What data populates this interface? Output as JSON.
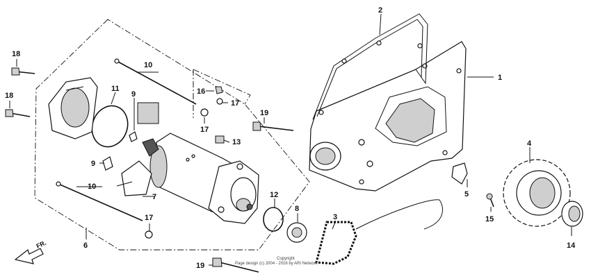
{
  "diagram": {
    "callouts": [
      {
        "id": "c1",
        "text": "1"
      },
      {
        "id": "c2",
        "text": "2"
      },
      {
        "id": "c3",
        "text": "3"
      },
      {
        "id": "c4",
        "text": "4"
      },
      {
        "id": "c5",
        "text": "5"
      },
      {
        "id": "c6",
        "text": "6"
      },
      {
        "id": "c7",
        "text": "7"
      },
      {
        "id": "c8",
        "text": "8"
      },
      {
        "id": "c9a",
        "text": "9"
      },
      {
        "id": "c9b",
        "text": "9"
      },
      {
        "id": "c10a",
        "text": "10"
      },
      {
        "id": "c10b",
        "text": "10"
      },
      {
        "id": "c11",
        "text": "11"
      },
      {
        "id": "c12",
        "text": "12"
      },
      {
        "id": "c13",
        "text": "13"
      },
      {
        "id": "c14",
        "text": "14"
      },
      {
        "id": "c15",
        "text": "15"
      },
      {
        "id": "c16",
        "text": "16"
      },
      {
        "id": "c17a",
        "text": "17"
      },
      {
        "id": "c17b",
        "text": "17"
      },
      {
        "id": "c17c",
        "text": "17"
      },
      {
        "id": "c18a",
        "text": "18"
      },
      {
        "id": "c18b",
        "text": "18"
      },
      {
        "id": "c19a",
        "text": "19"
      },
      {
        "id": "c19b",
        "text": "19"
      }
    ],
    "direction_label": "FR.",
    "copyright_line1": "Copyright",
    "copyright_line2": "Page design (c) 2004 - 2016 by ARI Network"
  }
}
